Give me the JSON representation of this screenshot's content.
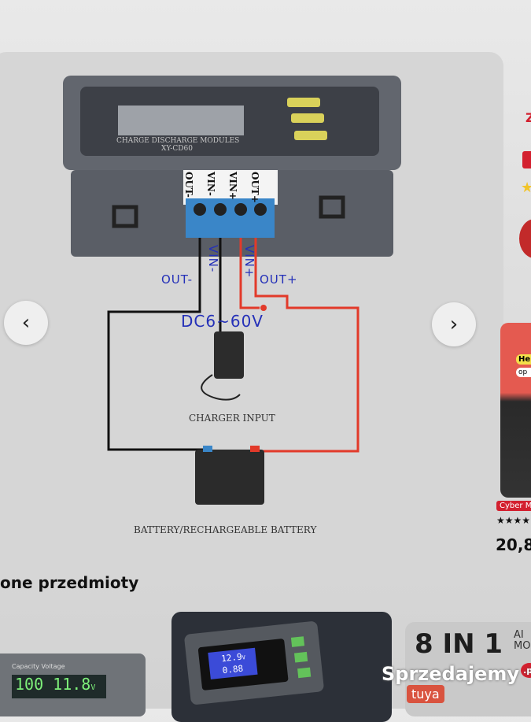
{
  "gallery": {
    "prev_icon": "chevron-left-icon",
    "next_icon": "chevron-right-icon",
    "image": {
      "module_caption_line1": "CHARGE DISCHARGE MODULES",
      "module_caption_line2": "XY-CD60",
      "terminals": [
        "OUT-",
        "VIN-",
        "VIN+",
        "OUT+"
      ],
      "wire_labels": {
        "out_minus": "OUT-",
        "vin_minus": "VIN-",
        "vin_plus": "VIN+",
        "out_plus": "OUT+"
      },
      "voltage_label": "DC6~60V",
      "charger_label": "CHARGER INPUT",
      "battery_label": "BATTERY/RECHARGEABLE BATTERY"
    }
  },
  "sidebar": {
    "badge": "Cyber M",
    "price": "20,8",
    "red_letter": "Z",
    "promo_text_1": "He",
    "promo_text_2": "op"
  },
  "similar": {
    "heading": "one przedmioty",
    "cards": [
      {
        "display_text_1": "100",
        "display_text_2": "11.8",
        "unit": "V",
        "label": "Capacity Voltage"
      },
      {
        "display_text_1": "12.9",
        "display_text_2": "0.88",
        "unit": "V"
      },
      {
        "title": "8 IN 1",
        "subtitle_1": "AI",
        "subtitle_2": "MO",
        "brand": "tuya"
      }
    ]
  },
  "watermark": {
    "name": "Sprzedajemy",
    "tld": ".pl"
  },
  "colors": {
    "wire_red": "#e23a2a",
    "label_blue": "#2430b8",
    "terminal_blue": "#3a86c8",
    "brand_red": "#d3202f"
  }
}
